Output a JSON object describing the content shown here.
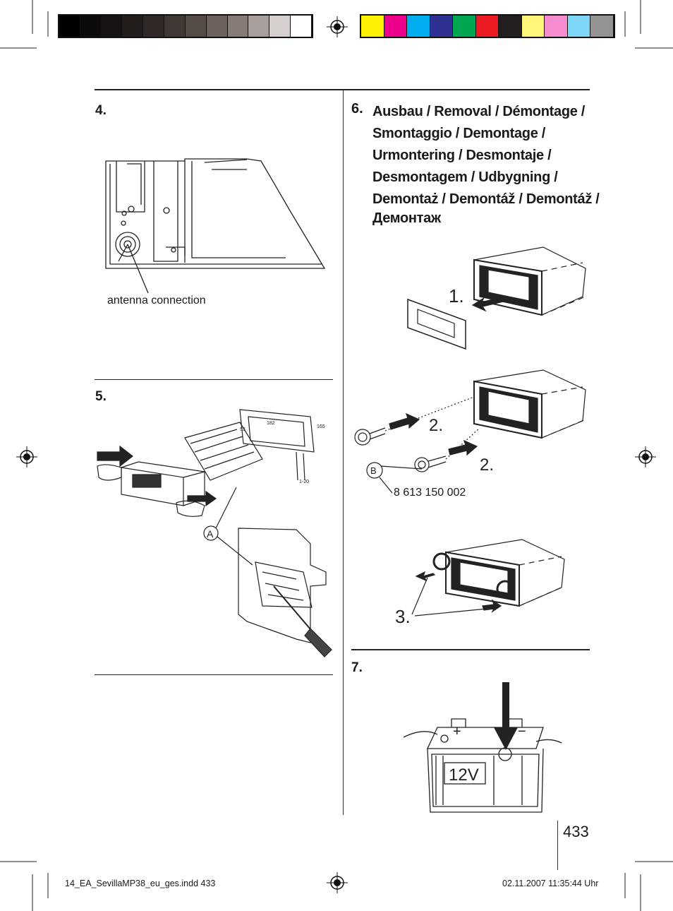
{
  "color_bars": {
    "grayscale": [
      "#000000",
      "#0d0b0a",
      "#161312",
      "#221d1b",
      "#2f2826",
      "#403834",
      "#554b47",
      "#6c615d",
      "#867b77",
      "#a89e9b",
      "#d5cfcd",
      "#ffffff"
    ],
    "process": [
      "#fff200",
      "#ec008c",
      "#00aeef",
      "#2e3192",
      "#00a651",
      "#ed1c24",
      "#231f20",
      "#fff67a",
      "#f58ccd",
      "#7fd6f7",
      "#939393"
    ]
  },
  "sections": {
    "s4": {
      "number": "4.",
      "antenna_label": "antenna connection"
    },
    "s5": {
      "number": "5.",
      "label_a": "A",
      "dims": {
        "d182": "182",
        "d165": "165",
        "d53": "53",
        "d120": "1-20"
      }
    },
    "s6": {
      "number": "6.",
      "title_lines": [
        "Ausbau / Removal / Démontage /",
        "Smontaggio / Demontage /",
        "Urmontering / Desmontaje /",
        "Desmontagem / Udbygning /",
        "Demontaż / Demontáž / Demontáž /",
        "Демонтаж"
      ],
      "step1": "1.",
      "step2a": "2.",
      "step2b": "2.",
      "step3": "3.",
      "label_b": "B",
      "part_number": "8 613 150 002"
    },
    "s7": {
      "number": "7.",
      "battery_label": "12V",
      "plus": "+",
      "minus": "−"
    }
  },
  "page_number": "433",
  "footer": {
    "file": "14_EA_SevillaMP38_eu_ges.indd   433",
    "timestamp": "02.11.2007   11:35:44 Uhr"
  }
}
